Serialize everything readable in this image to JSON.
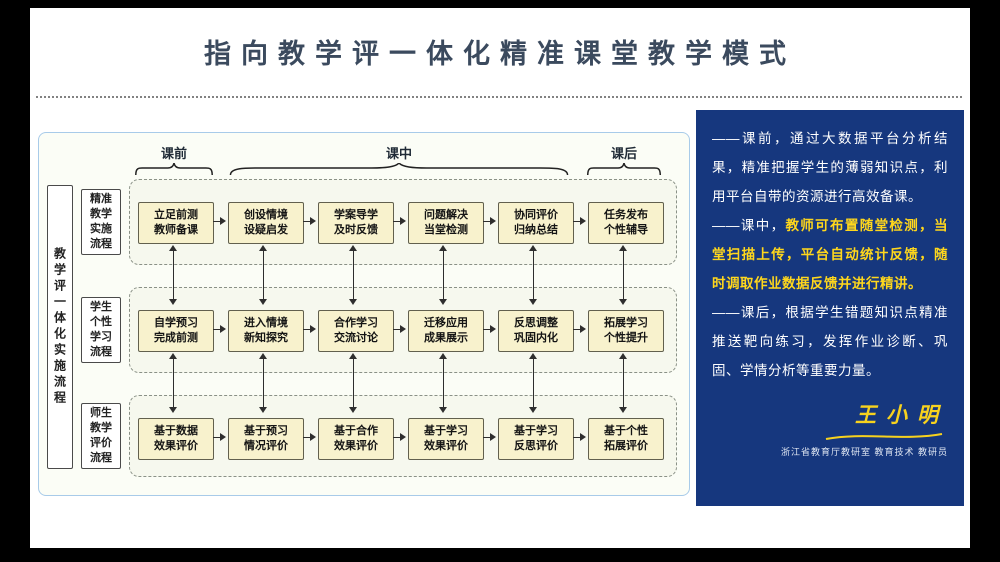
{
  "title": "指向教学评一体化精准课堂教学模式",
  "flow": {
    "side_label": "教学评一体化实施流程",
    "phases": [
      {
        "label": "课前"
      },
      {
        "label": "课中"
      },
      {
        "label": "课后"
      }
    ],
    "rows": [
      {
        "label": "精准\n教学\n实施\n流程",
        "boxes": [
          "立足前测\n教师备课",
          "创设情境\n设疑启发",
          "学案导学\n及时反馈",
          "问题解决\n当堂检测",
          "协同评价\n归纳总结",
          "任务发布\n个性辅导"
        ]
      },
      {
        "label": "学生\n个性\n学习\n流程",
        "boxes": [
          "自学预习\n完成前测",
          "进入情境\n新知探究",
          "合作学习\n交流讨论",
          "迁移应用\n成果展示",
          "反思调整\n巩固内化",
          "拓展学习\n个性提升"
        ]
      },
      {
        "label": "师生\n教学\n评价\n流程",
        "boxes": [
          "基于数据\n效果评价",
          "基于预习\n情况评价",
          "基于合作\n效果评价",
          "基于学习\n效果评价",
          "基于学习\n反思评价",
          "基于个性\n拓展评价"
        ]
      }
    ]
  },
  "notes": {
    "para1": "——课前，通过大数据平台分析结果，精准把握学生的薄弱知识点，利用平台自带的资源进行高效备课。",
    "para2_prefix": "——课中，",
    "para2_highlight": "教师可布置随堂检测，当堂扫描上传，平台自动统计反馈，随时调取作业数据反馈并进行精讲。",
    "para3": "——课后，根据学生错题知识点精准推送靶向练习，发挥作业诊断、巩固、学情分析等重要力量。",
    "signature": "王小明",
    "signature_sub": "浙江省教育厅教研室 教育技术 教研员"
  },
  "colors": {
    "panel_bg": "#16377E",
    "highlight": "#FFD71C",
    "box_fill": "#F8F2CD",
    "accent_border": "#A8CBE9",
    "title_color": "#3B4A5E",
    "signature_color": "#F7D21E"
  }
}
